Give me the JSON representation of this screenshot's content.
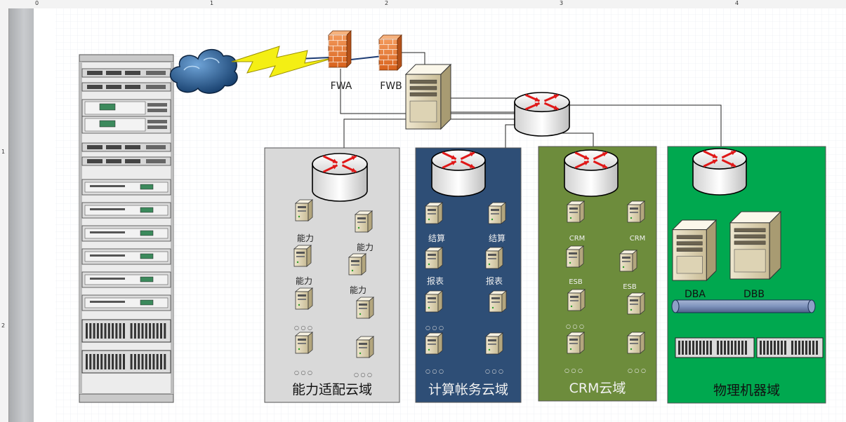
{
  "ruler": {
    "top_numbers": [
      "0",
      "1",
      "2",
      "3",
      "4"
    ],
    "left_numbers": [
      "1",
      "2"
    ]
  },
  "labels": {
    "fwa": "FWA",
    "fwb": "FWB",
    "dba": "DBA",
    "dbb": "DBB"
  },
  "zones": [
    {
      "title": "能力适配云域",
      "fill": "#d9d9d9",
      "server_labels": [
        "能力",
        "能力",
        "能力",
        "能力"
      ],
      "dots": "○ ○ ○"
    },
    {
      "title": "计算帐务云域",
      "fill": "#2e4e76",
      "server_labels": [
        "结算",
        "结算",
        "报表",
        "报表"
      ],
      "dots": "○ ○ ○"
    },
    {
      "title": "CRM云域",
      "fill": "#6d8c3c",
      "server_labels": [
        "CRM",
        "CRM",
        "ESB",
        "ESB"
      ],
      "dots": "○ ○ ○"
    },
    {
      "title": "物理机器域",
      "fill": "#00a84f"
    }
  ],
  "icons": [
    "rack-icon",
    "cloud-icon",
    "lightning-icon",
    "firewall-icon",
    "server-tower-icon",
    "router-icon",
    "database-server-icon",
    "bus-icon",
    "disk-array-icon"
  ]
}
